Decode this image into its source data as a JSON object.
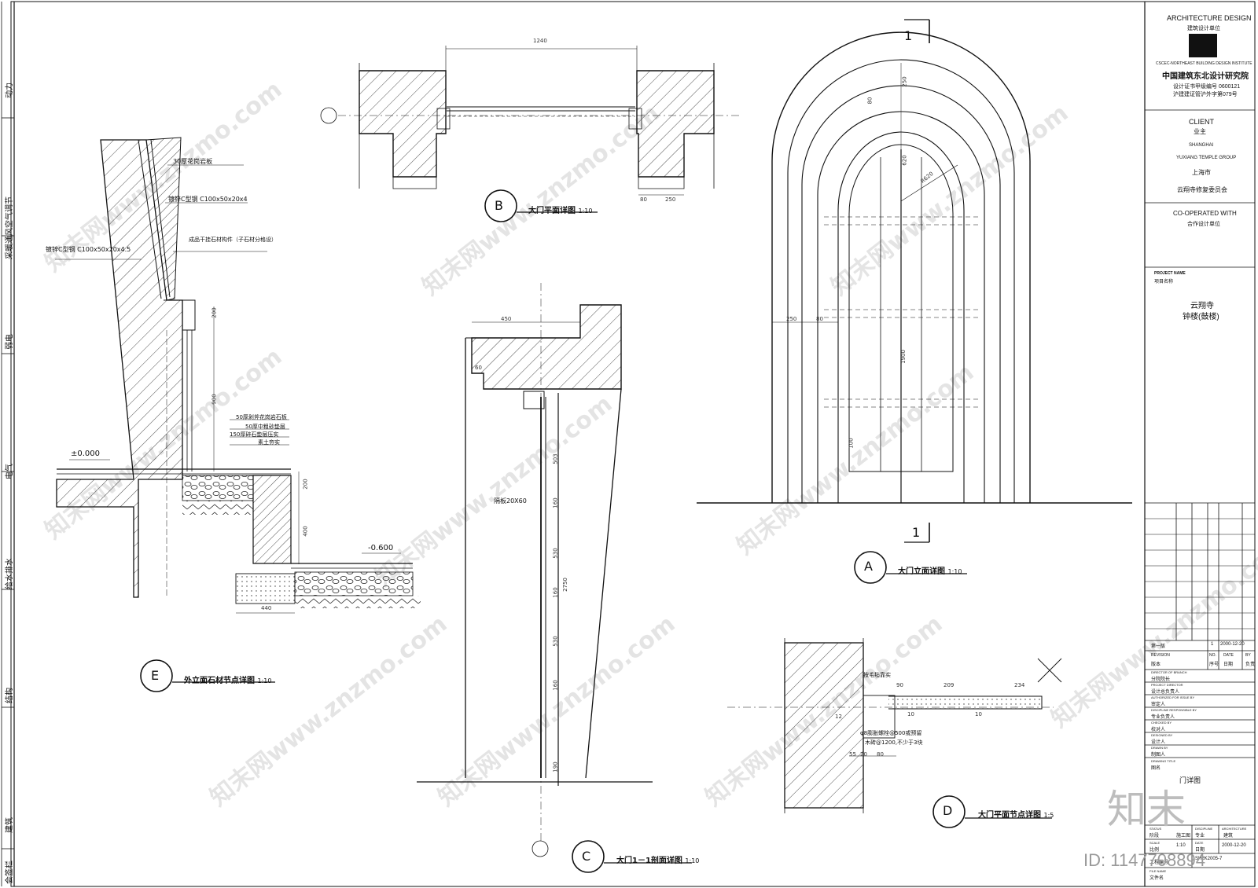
{
  "watermarks": [
    "知末网www.znzmo.com",
    "知末网www.znzmo.com",
    "知末网www.znzmo.com",
    "知末网www.znzmo.com",
    "知末网www.znzmo.com",
    "知末网www.znzmo.com",
    "知末网www.znzmo.com",
    "知末网www.znzmo.com",
    "知末网www.znzmo.com",
    "知末网www.znzmo.com"
  ],
  "brand": {
    "logo": "知末",
    "id": "ID: 1147708894"
  },
  "left_strip": [
    "动力",
    "采暖通风空气调节",
    "弱电",
    "电气",
    "给水排水",
    "结构",
    "建筑",
    "会签栏"
  ],
  "drawings": {
    "B": {
      "letter": "B",
      "title": "大门平面详图",
      "scale": "1:10",
      "dims": [
        "1240",
        "80",
        "250"
      ]
    },
    "A": {
      "letter": "A",
      "title": "大门立面详图",
      "scale": "1:10",
      "section_mark": "1",
      "dims": [
        "250",
        "80",
        "620",
        "R620",
        "250",
        "80",
        "1900",
        "100"
      ]
    },
    "C": {
      "letter": "C",
      "title": "大门1－1剖面详图",
      "scale": "1:10",
      "dims": [
        "450",
        "60",
        "503",
        "160",
        "530",
        "160",
        "530",
        "160",
        "190",
        "2750"
      ],
      "notes": [
        "隔板20X60"
      ]
    },
    "D": {
      "letter": "D",
      "title": "大门平面节点详图",
      "scale": "1:5",
      "dims": [
        "90",
        "209",
        "234",
        "10",
        "10",
        "55",
        "20",
        "80",
        "12"
      ],
      "notes": [
        "按毛毡靠实",
        "φ8膨胀螺栓@500或预留",
        "木砖@1200,不少于3块"
      ]
    },
    "E": {
      "letter": "E",
      "title": "外立面石材节点详图",
      "scale": "1:10",
      "levels": [
        "±0.000",
        "-0.600"
      ],
      "dims": [
        "200",
        "900",
        "200",
        "400",
        "440"
      ],
      "notes": [
        "30厚花岗岩板",
        "镀锌C型钢 C100x50x20x4",
        "镀锌C型钢 C100x50x20x4.5",
        "成品干挂石材构件（子石材分格设）",
        "50厚剁斧花岗岩石板",
        "50厚中粗砂垫层",
        "150厚碎石垫层压实",
        "素土夯实"
      ]
    }
  },
  "title_block": {
    "firm_en": "ARCHITECTURE DESIGN",
    "firm_label": "建筑设计单位",
    "institute_en": "CSCEC-NORTHEAST BUILDING DESIGN INSTITUTE",
    "institute_cn": "中国建筑东北设计研究院",
    "cert1": "设计证书甲级编号 0600121",
    "cert2": "沪建建证管沪外字第079号",
    "client_en": "CLIENT",
    "client_cn": "业主",
    "city_en": "SHANGHAI",
    "group_en": "YUXIANG TEMPLE GROUP",
    "city_cn": "上海市",
    "committee": "云翔寺修复委员会",
    "coop_en": "CO-OPERATED WITH",
    "coop_cn": "合作设计单位",
    "project_en": "PROJECT NAME",
    "project_cn": "项目名称",
    "project_1": "云翔寺",
    "project_2": "钟楼(鼓楼)",
    "rev_row": [
      "第一版",
      "1",
      "2000-12-20"
    ],
    "rev_head": [
      "REVISION",
      "NO.",
      "DATE",
      "BY"
    ],
    "rev_head_cn": [
      "版本",
      "序号",
      "日期",
      "负责"
    ],
    "roles": [
      [
        "DIRECTOR OF BRANCH",
        "分院院长"
      ],
      [
        "PROJECT DIRECTOR",
        "设计总负责人"
      ],
      [
        "AUTHORIZED FOR ISSUE BY",
        "审定人"
      ],
      [
        "DISCIPLINE RESPONSIBLE BY",
        "专业负责人"
      ],
      [
        "CHECKED BY",
        "校对人"
      ],
      [
        "DESIGNED BY",
        "设计人"
      ],
      [
        "DRAWN BY",
        "制图人"
      ]
    ],
    "drawing_title_en": "DRAWING TITLE",
    "drawing_title_cn": "图名",
    "drawing_title": "门详图",
    "status_en": "STATUS",
    "status_cn": "阶段",
    "status_val": "施工图",
    "discipline_en": "DISCIPLINE",
    "discipline_cn": "专业",
    "discipline_val": "建筑",
    "discipline_val_en": "ARCHITECTURE",
    "scale_en": "SCALE",
    "scale_cn": "比例",
    "scale_val": "1:10",
    "date_en": "DATE",
    "date_cn": "日期",
    "date_val": "2000-12-20",
    "projno_cn": "工程编号",
    "projno_val": "SH2K2005-7",
    "file_en": "FILE NAME",
    "file_cn": "文件名"
  }
}
